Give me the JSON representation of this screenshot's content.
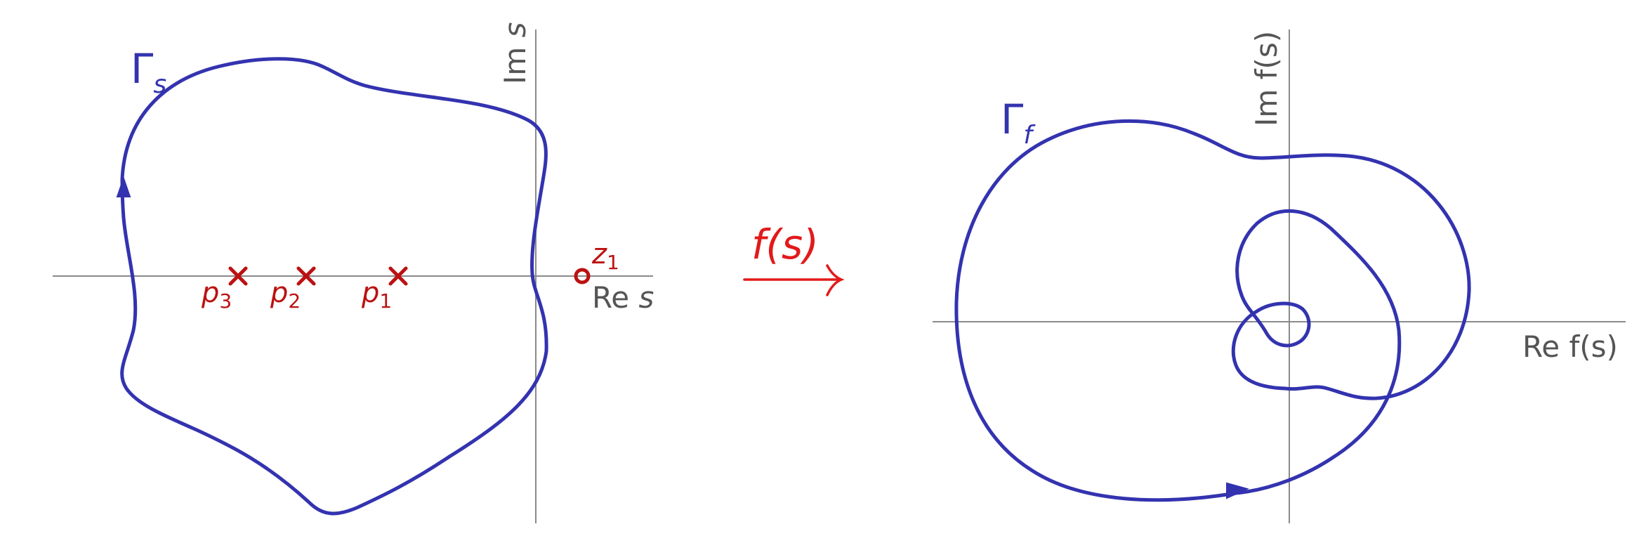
{
  "left_plane": {
    "contour_label": "Γ",
    "contour_subscript": "s",
    "real_axis_label_prefix": "Re ",
    "real_axis_label_var": "s",
    "imag_axis_label_prefix": "Im ",
    "imag_axis_label_var": "s",
    "poles": [
      {
        "label": "p",
        "subscript": "3"
      },
      {
        "label": "p",
        "subscript": "2"
      },
      {
        "label": "p",
        "subscript": "1"
      }
    ],
    "zero": {
      "label": "z",
      "subscript": "1"
    }
  },
  "mapping": {
    "label": "f(s)"
  },
  "right_plane": {
    "contour_label": "Γ",
    "contour_subscript": "f",
    "real_axis_label": "Re f(s)",
    "imag_axis_label": "Im f(s)"
  },
  "colors": {
    "contour": "#3333b0",
    "poles_zeros": "#bb1111",
    "mapping": "#e21a1a",
    "axes": "#8a8a8a"
  }
}
